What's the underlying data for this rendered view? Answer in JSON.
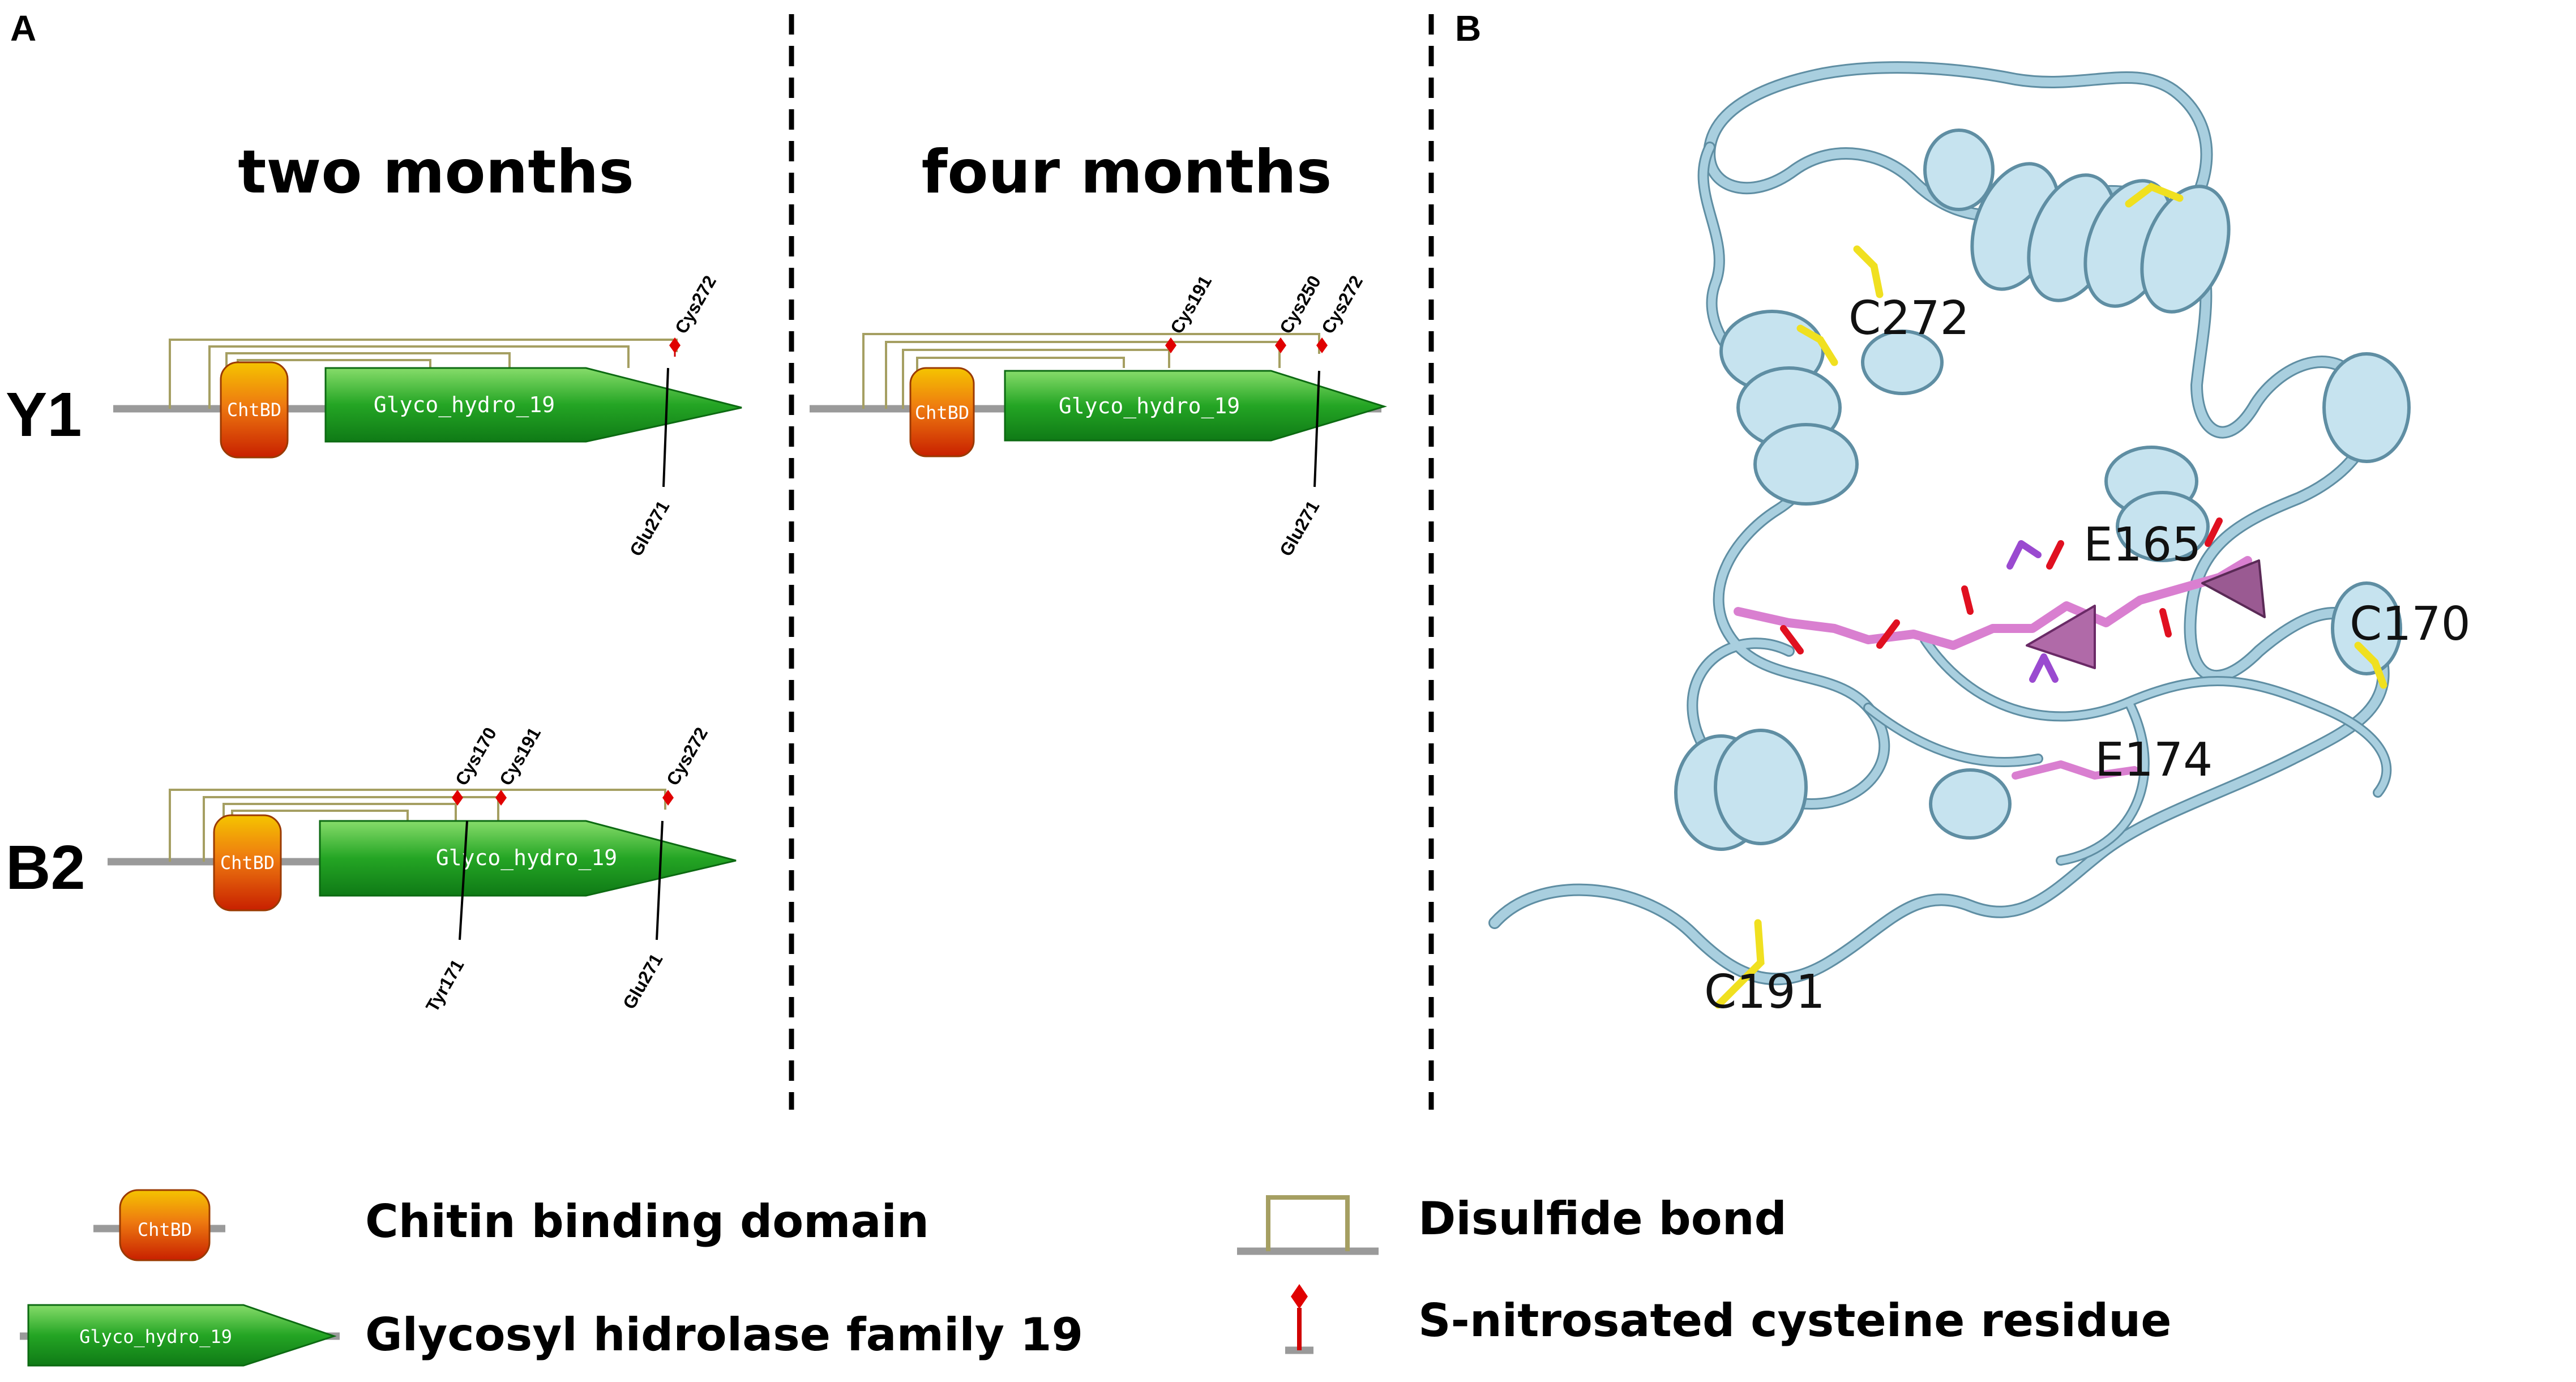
{
  "panels": {
    "a": {
      "letter": "A"
    },
    "b": {
      "letter": "B"
    }
  },
  "columns": [
    {
      "title": "two months"
    },
    {
      "title": "four months"
    }
  ],
  "rows": [
    {
      "label": "Y1"
    },
    {
      "label": "B2"
    }
  ],
  "domains": {
    "chitin_binding_short": "ChtBD",
    "glyco_short": "Glyco_hydro_19"
  },
  "proteins": {
    "y1_two_months": {
      "top_sites": [
        "Cys272"
      ],
      "bottom_sites": [
        "Glu271"
      ]
    },
    "y1_four_months": {
      "top_sites": [
        "Cys191",
        "Cys250",
        "Cys272"
      ],
      "bottom_sites": [
        "Glu271"
      ]
    },
    "b2_two_months": {
      "top_sites": [
        "Cys170",
        "Cys191",
        "Cys272"
      ],
      "bottom_sites": [
        "Tyr171",
        "Glu271"
      ]
    }
  },
  "structure": {
    "labels": [
      "C272",
      "E165",
      "C170",
      "E174",
      "C191"
    ]
  },
  "legend": {
    "chitin_binding": "Chitin binding domain",
    "glyco_family": "Glycosyl hidrolase family 19",
    "disulfide": "Disulfide bond",
    "s_nitrosated": "S-nitrosated cysteine residue"
  },
  "colors": {
    "glyco_domain": "#1f9a1f",
    "chitin_domain_top": "#f5c400",
    "chitin_domain_bottom": "#c82000",
    "disulfide": "#a59f62",
    "nitrosated_marker": "#e00000",
    "ribbon": "#a9cfdf",
    "cysteine": "#f0e020",
    "ligand": "#d97fd0"
  }
}
